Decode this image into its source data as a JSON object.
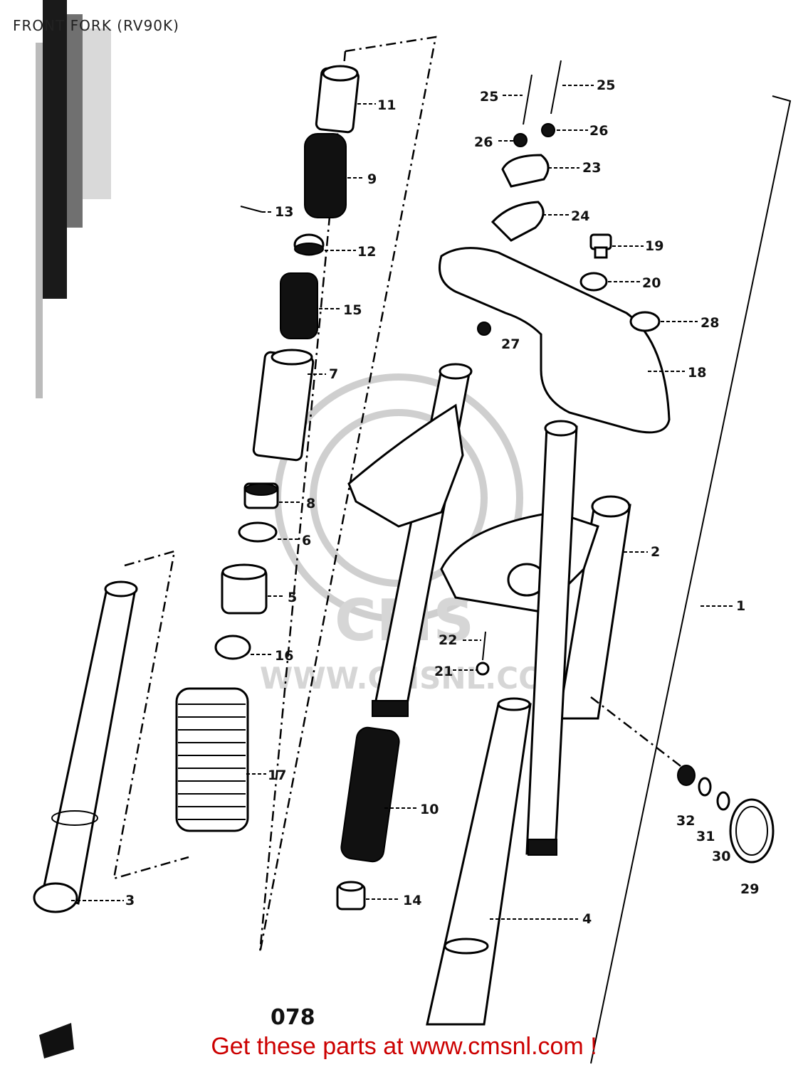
{
  "title": "FRONT FORK (RV90K)",
  "drawing_code": "078",
  "watermark": {
    "logo": "CMS",
    "url": "WWW.CMSNL.COM"
  },
  "footer": {
    "text": "Get these parts at www.cmsnl.com !",
    "color": "#cc0000"
  },
  "callouts": [
    "1",
    "2",
    "3",
    "4",
    "5",
    "6",
    "7",
    "8",
    "9",
    "10",
    "11",
    "12",
    "13",
    "14",
    "15",
    "16",
    "17",
    "18",
    "19",
    "20",
    "21",
    "22",
    "23",
    "24",
    "25",
    "25",
    "26",
    "26",
    "27",
    "28",
    "29",
    "30",
    "31",
    "32"
  ]
}
